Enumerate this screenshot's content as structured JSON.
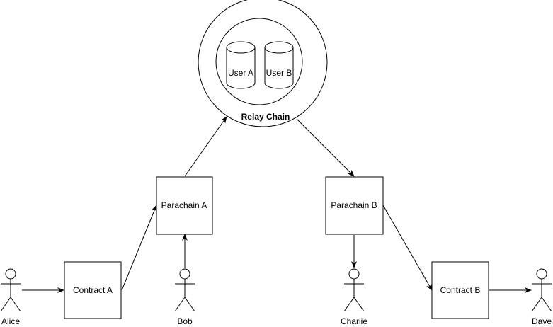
{
  "relay_chain": {
    "title": "Relay Chain",
    "databases": [
      "User A",
      "User B"
    ]
  },
  "nodes": {
    "parachain_a": "Parachain A",
    "parachain_b": "Parachain B",
    "contract_a": "Contract A",
    "contract_b": "Contract B"
  },
  "actors": {
    "alice": "Alice",
    "bob": "Bob",
    "charlie": "Charlie",
    "dave": "Dave"
  },
  "colors": {
    "stroke": "#000000",
    "fill": "#ffffff"
  }
}
